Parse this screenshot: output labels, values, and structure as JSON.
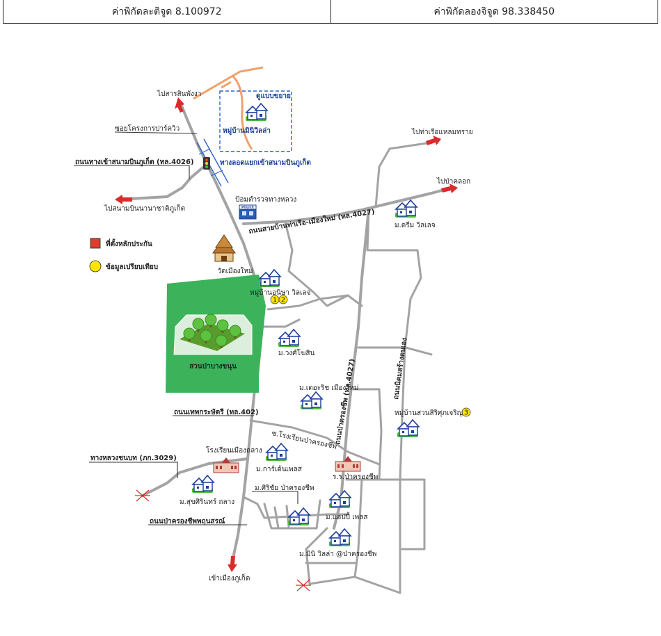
{
  "header": {
    "latitude_label": "ค่าพิกัดละติจูด 8.100972",
    "longitude_label": "ค่าพิกัดลองจิจูด 98.338450"
  },
  "legend": {
    "collateral_label": "ที่ตั้งหลักประกัน",
    "comparable_label": "ข้อมูลเปรียบเทียบ",
    "collateral_color": "#e23a2c",
    "comparable_color": "#ffe500"
  },
  "labels": {
    "to_sarasin": "ไปสารสินพังงา",
    "park_project_soi": "ซอยโครงการปาร์ควิว",
    "airport_road": "ถนนทางเข้าสนามบินภูเก็ต (ทล.4026)",
    "to_airport": "ไปสนามบินนานาชาติภูเก็ต",
    "underpass": "ทางลอดแยกเข้าสนามบินภูเก็ต",
    "police_box": "ป้อมตำรวจทางหลวง",
    "police_sign": "POLICE",
    "temple": "วัดเมืองใหม่",
    "park": "สวนป่าบางขนุน",
    "expansion_zone": "ดูแบบขยาย",
    "mini_villa": "หมู่บ้านมินิวิลล่า",
    "to_pier": "ไปท่าเรือแหลมทราย",
    "to_pakhlok": "ไปป่าคลอก",
    "tha_ruea_road": "ถนนสายบ้านท่าเรือ-เมืองใหม่ (ทล.4027)",
    "dream_village": "ม.ดรีม วิลเลจ",
    "anisa_village": "หมู่บ้านอนิษา วิลเลจ",
    "wongkosin": "ม.วงศ์โฆสิน",
    "greenwich": "ม.เดอะริช เมืองใหม่",
    "thepkrasattri_road": "ถนนเทพกระษัตรี (ทล.402)",
    "suan_kaew": "หมู่บ้านสวนสิริศุภเจริญ",
    "school_road": "ซ.โรงเรียนป่าครองชีพ",
    "pa_khlong_road": "ถนนป่าครองชีพ (ทล.4027)",
    "kritsana_soi": "ถนนนิคมสร้างตนเอง",
    "rural_road": "ทางหลวงชนบท (ภก.3029)",
    "muang_thalang_school": "โรงเรียนเมืองถลาง",
    "garden_place": "ม.การ์เด้นเพลส",
    "pa_khlong_school": "ร.ร.ป่าครองชีพ",
    "suk_sirin": "ม.สุขศิรินทร์ ถลาง",
    "sirichai": "ม.ศิริชัย ป่าครองชีพ",
    "happy_place": "ม.แฮปปี้ เพลส",
    "pa_khlong_samphan": "ถนนป่าครองชีพพฤนสรณ์",
    "mini_villa_pa_khlong": "ม.มินิ วิลล่า @ป่าครองชีพ",
    "to_phuket": "เข้าเมืองภูเก็ต",
    "comparable_1": "1",
    "comparable_2": "2",
    "comparable_3": "3"
  },
  "icons": {
    "house": "house-icon",
    "arrow": "red-arrow-icon",
    "traffic_light": "traffic-light-icon",
    "tree": "tree-icon",
    "temple": "temple-icon",
    "school": "school-icon",
    "police": "police-box-icon",
    "dead_end": "dead-end-icon"
  },
  "colors": {
    "road": "#a3a3a3",
    "park_green": "#3cb35a",
    "expansion_box": "#2f63c4",
    "orange_road": "#f2a06a",
    "red_arrow": "#d92c2c"
  }
}
